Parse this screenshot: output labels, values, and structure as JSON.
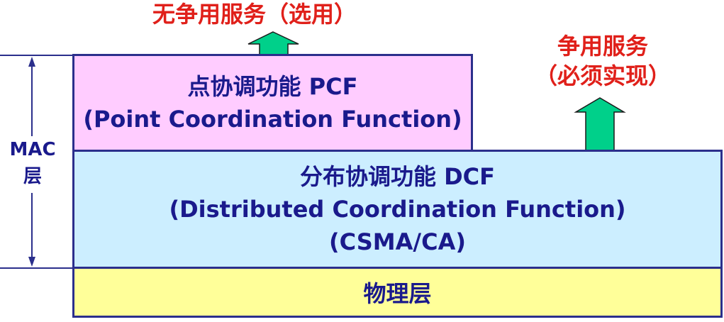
{
  "layers": {
    "pcf": {
      "line1": "点协调功能 PCF",
      "line2": "(Point Coordination Function)"
    },
    "dcf": {
      "line1": "分布协调功能 DCF",
      "line2": "(Distributed Coordination Function)",
      "line3": "(CSMA/CA)"
    },
    "physical": {
      "label": "物理层"
    }
  },
  "side_label": {
    "line1": "MAC",
    "line2": "层"
  },
  "services": {
    "noncontention": "无争用服务（选用）",
    "contention_line1": "争用服务",
    "contention_line2": "（必须实现）"
  },
  "colors": {
    "pcf_fill": "#ffccff",
    "dcf_fill": "#cceeff",
    "physical_fill": "#ffff99",
    "border": "#2b2f8c",
    "arrow_fill": "#00d08a",
    "service_text": "#e0201a",
    "layer_text": "#1a1a8c"
  }
}
